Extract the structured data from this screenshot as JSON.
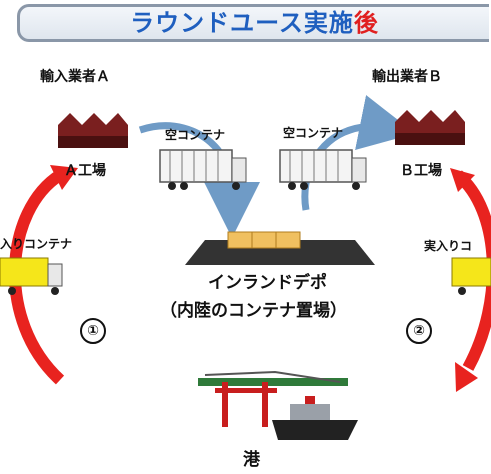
{
  "title": {
    "main": "ラウンドユース実施",
    "accent": "後"
  },
  "importer": {
    "name": "輸入業者Ａ",
    "factory": "Ａ工場"
  },
  "exporter": {
    "name": "輸出業者Ｂ",
    "factory": "Ｂ工場"
  },
  "labels": {
    "empty_container_left": "空コンテナ",
    "empty_container_right": "空コンテナ",
    "loaded_container_left": "入りコンテナ",
    "loaded_container_right": "実入りコ",
    "depot_line1": "インランドデポ",
    "depot_line2": "（内陸のコンテナ置場）",
    "port": "港",
    "step1": "①",
    "step2": "②"
  },
  "colors": {
    "title_blue": "#1f5fbf",
    "title_red": "#e02020",
    "cycle_arrow": "#e8231f",
    "flow_arrow": "#6f9bc6",
    "container_yellow": "#f5e61a",
    "factory_red": "#7a1f1f"
  }
}
